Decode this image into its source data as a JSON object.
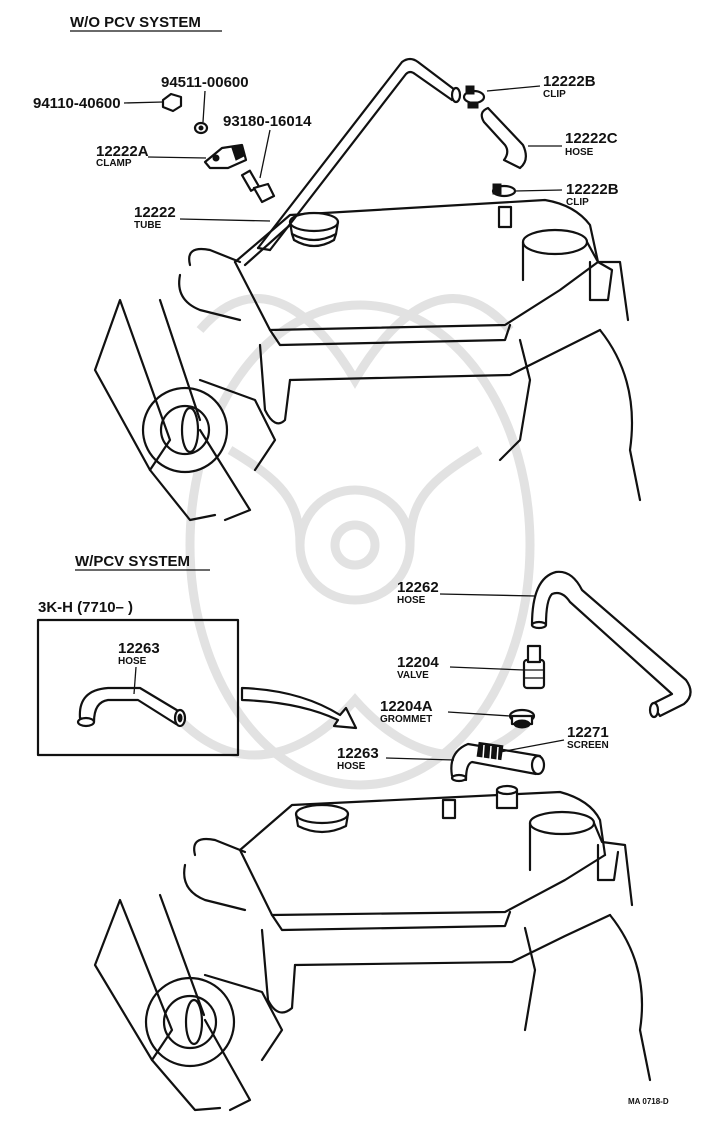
{
  "sections": {
    "top": {
      "heading": "W/O PCV SYSTEM"
    },
    "bottom": {
      "heading": "W/PCV SYSTEM",
      "inset_label": "3K-H (7710–          )"
    }
  },
  "callouts": {
    "p94511": {
      "number": "94511-00600",
      "name": ""
    },
    "p94110": {
      "number": "94110-40600",
      "name": ""
    },
    "p93180": {
      "number": "93180-16014",
      "name": ""
    },
    "p12222A": {
      "number": "12222A",
      "name": "CLAMP"
    },
    "p12222": {
      "number": "12222",
      "name": "TUBE"
    },
    "p12222B_top": {
      "number": "12222B",
      "name": "CLIP"
    },
    "p12222C": {
      "number": "12222C",
      "name": "HOSE"
    },
    "p12222B_low": {
      "number": "12222B",
      "name": "CLIP"
    },
    "p12263_inset": {
      "number": "12263",
      "name": "HOSE"
    },
    "p12262": {
      "number": "12262",
      "name": "HOSE"
    },
    "p12204": {
      "number": "12204",
      "name": "VALVE"
    },
    "p12204A": {
      "number": "12204A",
      "name": "GROMMET"
    },
    "p12263": {
      "number": "12263",
      "name": "HOSE"
    },
    "p12271": {
      "number": "12271",
      "name": "SCREEN"
    }
  },
  "figure_ref": "MA 0718-D"
}
